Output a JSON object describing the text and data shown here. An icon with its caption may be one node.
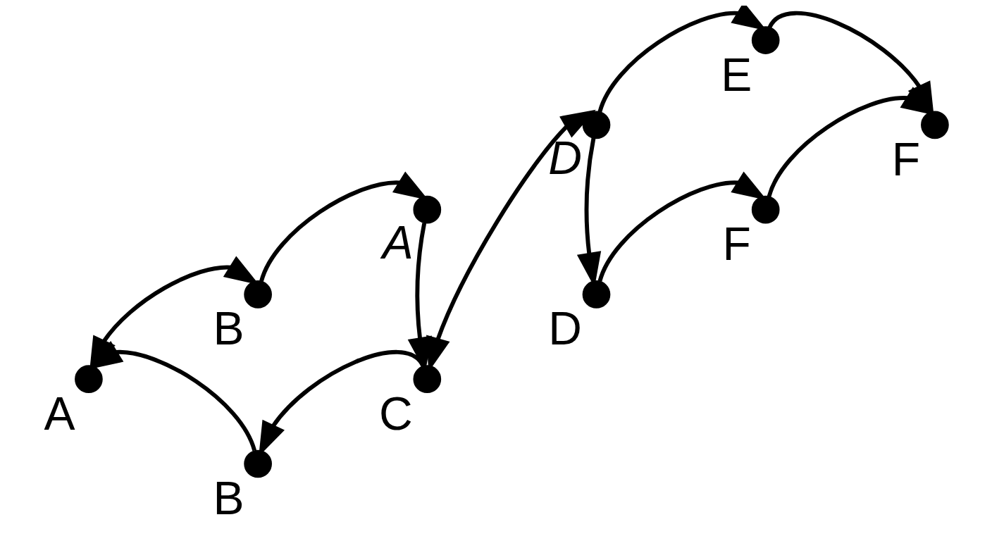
{
  "diagram": {
    "nodes": [
      {
        "text": [],
        "shape": "circle",
        "beside": [
          "B"
        ]
      },
      {
        "text": [],
        "shape": "circle",
        "beside": [
          "A"
        ]
      },
      {
        "text": [],
        "shape": "circle",
        "beside": [
          "D"
        ]
      },
      {
        "text": [],
        "shape": "circle",
        "beside": [
          "E"
        ]
      },
      {
        "text": [],
        "shape": "circle",
        "beside": [
          "A"
        ]
      },
      {
        "text": [],
        "shape": "circle",
        "beside": [
          "F"
        ]
      },
      {
        "text": [],
        "shape": "circle",
        "beside": [
          "B"
        ]
      },
      {
        "text": [],
        "shape": "circle",
        "beside": [
          "C"
        ]
      },
      {
        "text": [],
        "shape": "circle",
        "beside": [
          "D"
        ]
      },
      {
        "text": [],
        "shape": "circle",
        "beside": [
          "F"
        ]
      }
    ],
    "edges": [
      {
        "from": 0,
        "to": 1,
        "arrow": "to"
      },
      {
        "from": 0,
        "to": 4,
        "arrow": "both"
      },
      {
        "from": 1,
        "to": 7,
        "arrow": "to"
      },
      {
        "from": 7,
        "to": 6,
        "arrow": "to"
      },
      {
        "from": 6,
        "to": 4,
        "arrow": "to"
      },
      {
        "from": 7,
        "to": 2,
        "arrow": "both"
      },
      {
        "from": 2,
        "to": 3,
        "arrow": "to"
      },
      {
        "from": 2,
        "to": 8,
        "arrow": "to"
      },
      {
        "from": 3,
        "to": 5,
        "arrow": "to"
      },
      {
        "from": 8,
        "to": 9,
        "arrow": "to"
      },
      {
        "from": 9,
        "to": 5,
        "arrow": "to"
      }
    ]
  }
}
